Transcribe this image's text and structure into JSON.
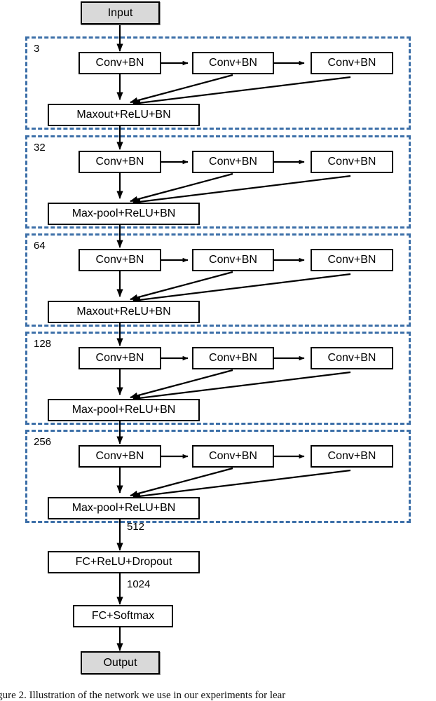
{
  "figure": {
    "title": "Network architecture diagram",
    "caption": "igure 2. Illustration of the network we use in our experiments for lear",
    "colors": {
      "group_dashed_border": "#3c6fa8",
      "terminal_fill": "#d9d9d9",
      "node_fill": "#ffffff",
      "stroke": "#000000"
    }
  },
  "terminals": {
    "input": "Input",
    "output": "Output"
  },
  "blocks": [
    {
      "channel_label": "3",
      "convs": [
        "Conv+BN",
        "Conv+BN",
        "Conv+BN"
      ],
      "merge": "Maxout+ReLU+BN"
    },
    {
      "channel_label": "32",
      "convs": [
        "Conv+BN",
        "Conv+BN",
        "Conv+BN"
      ],
      "merge": "Max-pool+ReLU+BN"
    },
    {
      "channel_label": "64",
      "convs": [
        "Conv+BN",
        "Conv+BN",
        "Conv+BN"
      ],
      "merge": "Maxout+ReLU+BN"
    },
    {
      "channel_label": "128",
      "convs": [
        "Conv+BN",
        "Conv+BN",
        "Conv+BN"
      ],
      "merge": "Max-pool+ReLU+BN"
    },
    {
      "channel_label": "256",
      "convs": [
        "Conv+BN",
        "Conv+BN",
        "Conv+BN"
      ],
      "merge": "Max-pool+ReLU+BN"
    }
  ],
  "head": {
    "fc1": "FC+ReLU+Dropout",
    "fc2": "FC+Softmax",
    "edge_label_to_fc1": "512",
    "edge_label_to_fc2": "1024"
  },
  "chart_data": {
    "type": "diagram",
    "title": "Network architecture",
    "nodes": [
      {
        "id": "input",
        "label": "Input",
        "kind": "terminal"
      },
      {
        "id": "b1c1",
        "label": "Conv+BN",
        "block": "3"
      },
      {
        "id": "b1c2",
        "label": "Conv+BN",
        "block": "3"
      },
      {
        "id": "b1c3",
        "label": "Conv+BN",
        "block": "3"
      },
      {
        "id": "b1m",
        "label": "Maxout+ReLU+BN",
        "block": "3"
      },
      {
        "id": "b2c1",
        "label": "Conv+BN",
        "block": "32"
      },
      {
        "id": "b2c2",
        "label": "Conv+BN",
        "block": "32"
      },
      {
        "id": "b2c3",
        "label": "Conv+BN",
        "block": "32"
      },
      {
        "id": "b2m",
        "label": "Max-pool+ReLU+BN",
        "block": "32"
      },
      {
        "id": "b3c1",
        "label": "Conv+BN",
        "block": "64"
      },
      {
        "id": "b3c2",
        "label": "Conv+BN",
        "block": "64"
      },
      {
        "id": "b3c3",
        "label": "Conv+BN",
        "block": "64"
      },
      {
        "id": "b3m",
        "label": "Maxout+ReLU+BN",
        "block": "64"
      },
      {
        "id": "b4c1",
        "label": "Conv+BN",
        "block": "128"
      },
      {
        "id": "b4c2",
        "label": "Conv+BN",
        "block": "128"
      },
      {
        "id": "b4c3",
        "label": "Conv+BN",
        "block": "128"
      },
      {
        "id": "b4m",
        "label": "Max-pool+ReLU+BN",
        "block": "128"
      },
      {
        "id": "b5c1",
        "label": "Conv+BN",
        "block": "256"
      },
      {
        "id": "b5c2",
        "label": "Conv+BN",
        "block": "256"
      },
      {
        "id": "b5c3",
        "label": "Conv+BN",
        "block": "256"
      },
      {
        "id": "b5m",
        "label": "Max-pool+ReLU+BN",
        "block": "256"
      },
      {
        "id": "fc1",
        "label": "FC+ReLU+Dropout"
      },
      {
        "id": "fc2",
        "label": "FC+Softmax"
      },
      {
        "id": "output",
        "label": "Output",
        "kind": "terminal"
      }
    ],
    "edge_labels": [
      "3",
      "32",
      "64",
      "128",
      "256",
      "512",
      "1024"
    ]
  }
}
